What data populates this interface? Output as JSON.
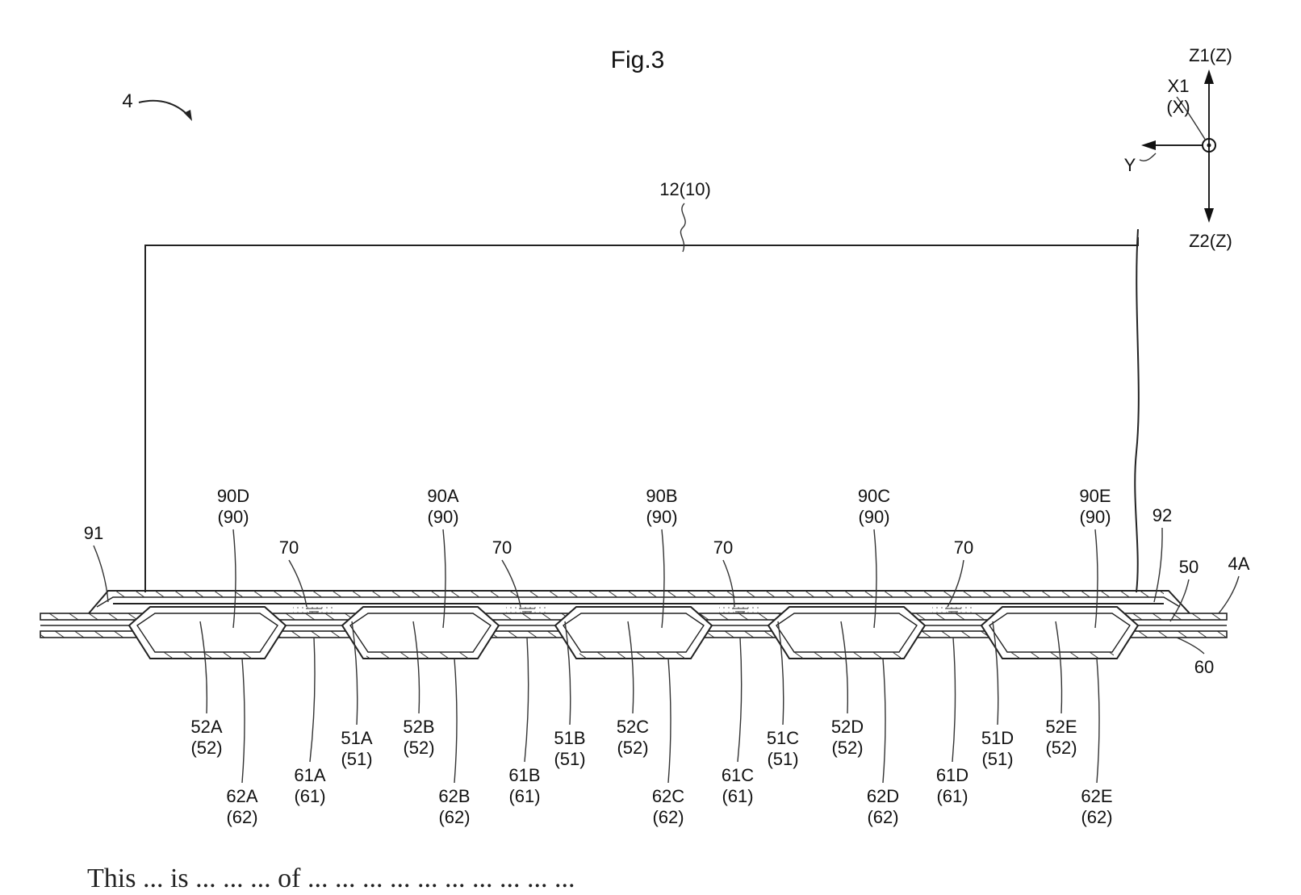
{
  "figure": {
    "title": "Fig.3",
    "device_ref": "4",
    "cover_ref": "12(10)",
    "axes": {
      "z1": "Z1(Z)",
      "z2": "Z2(Z)",
      "x1": "X1",
      "x": "(X)",
      "y": "Y"
    },
    "top_labels": [
      {
        "id": "91",
        "lines": [
          "91"
        ]
      },
      {
        "id": "90D",
        "lines": [
          "90D",
          "(90)"
        ]
      },
      {
        "id": "70a",
        "lines": [
          "70"
        ]
      },
      {
        "id": "90A",
        "lines": [
          "90A",
          "(90)"
        ]
      },
      {
        "id": "70b",
        "lines": [
          "70"
        ]
      },
      {
        "id": "90B",
        "lines": [
          "90B",
          "(90)"
        ]
      },
      {
        "id": "70c",
        "lines": [
          "70"
        ]
      },
      {
        "id": "90C",
        "lines": [
          "90C",
          "(90)"
        ]
      },
      {
        "id": "70d",
        "lines": [
          "70"
        ]
      },
      {
        "id": "90E",
        "lines": [
          "90E",
          "(90)"
        ]
      },
      {
        "id": "92",
        "lines": [
          "92"
        ]
      },
      {
        "id": "50",
        "lines": [
          "50"
        ]
      },
      {
        "id": "4A",
        "lines": [
          "4A"
        ]
      },
      {
        "id": "60",
        "lines": [
          "60"
        ]
      }
    ],
    "bottom_labels": [
      {
        "id": "52A",
        "lines": [
          "52A",
          "(52)"
        ]
      },
      {
        "id": "62A",
        "lines": [
          "62A",
          "(62)"
        ]
      },
      {
        "id": "61A",
        "lines": [
          "61A",
          "(61)"
        ]
      },
      {
        "id": "51A",
        "lines": [
          "51A",
          "(51)"
        ]
      },
      {
        "id": "52B",
        "lines": [
          "52B",
          "(52)"
        ]
      },
      {
        "id": "62B",
        "lines": [
          "62B",
          "(62)"
        ]
      },
      {
        "id": "61B",
        "lines": [
          "61B",
          "(61)"
        ]
      },
      {
        "id": "51B",
        "lines": [
          "51B",
          "(51)"
        ]
      },
      {
        "id": "52C",
        "lines": [
          "52C",
          "(52)"
        ]
      },
      {
        "id": "62C",
        "lines": [
          "62C",
          "(62)"
        ]
      },
      {
        "id": "61C",
        "lines": [
          "61C",
          "(61)"
        ]
      },
      {
        "id": "51C",
        "lines": [
          "51C",
          "(51)"
        ]
      },
      {
        "id": "52D",
        "lines": [
          "52D",
          "(52)"
        ]
      },
      {
        "id": "62D",
        "lines": [
          "62D",
          "(62)"
        ]
      },
      {
        "id": "61D",
        "lines": [
          "61D",
          "(61)"
        ]
      },
      {
        "id": "51D",
        "lines": [
          "51D",
          "(51)"
        ]
      },
      {
        "id": "52E",
        "lines": [
          "52E",
          "(52)"
        ]
      },
      {
        "id": "62E",
        "lines": [
          "62E",
          "(62)"
        ]
      }
    ]
  },
  "footer_text": "This ... is ... ... ... of ... ... ... ... ... ... ... ... ... ..."
}
